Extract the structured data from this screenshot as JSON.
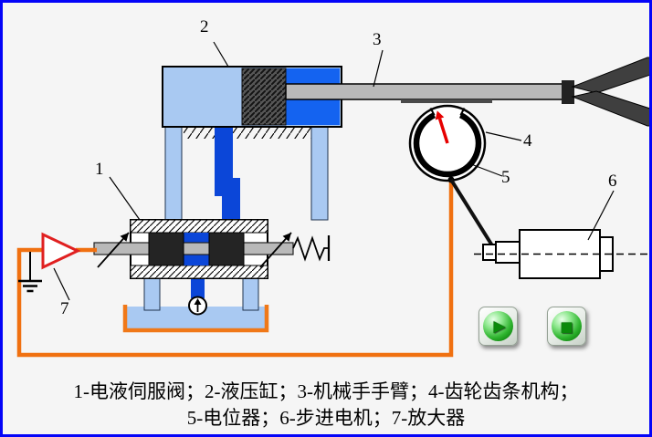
{
  "diagram": {
    "labels": {
      "n1": "1",
      "n2": "2",
      "n3": "3",
      "n4": "4",
      "n5": "5",
      "n6": "6",
      "n7": "7"
    },
    "caption": {
      "line1": "1-电液伺服阀；2-液压缸；3-机械手手臂；4-齿轮齿条机构；",
      "line2": "5-电位器；6-步进电机；7-放大器"
    }
  },
  "icons": {
    "play": "▶",
    "stop": "■"
  },
  "colors": {
    "frame_blue": "#0404f8",
    "fluid_light_blue": "#a9c9f2",
    "fluid_dark_blue": "#0b46d8",
    "chamber_blue": "#1463f0",
    "wire_orange": "#f07010",
    "tank_orange": "#f07818",
    "needle_red": "#e60000",
    "amplifier_red": "#e02020",
    "button_green": "#1d9e1d"
  }
}
